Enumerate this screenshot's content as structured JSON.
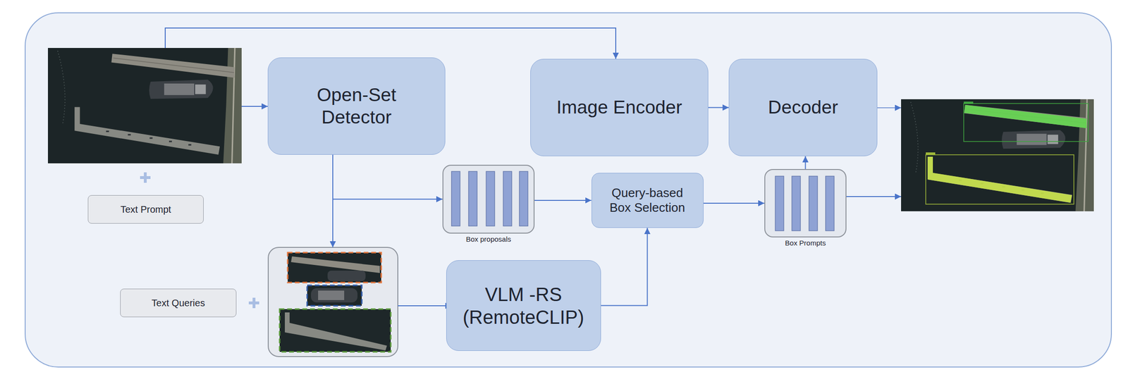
{
  "diagram": {
    "nodes": [
      {
        "text": [
          "Open-Set Detector"
        ]
      },
      {
        "text": [
          "Image Encoder"
        ]
      },
      {
        "text": [
          "Decoder"
        ]
      },
      {
        "text": [
          "Text Prompt"
        ]
      },
      {
        "text": [
          "Box proposals"
        ]
      },
      {
        "text": [
          "Query-based Box Selection"
        ]
      },
      {
        "text": [
          "Box Prompts"
        ]
      },
      {
        "text": [
          "Text Queries"
        ]
      },
      {
        "text": [
          "VLM -RS (RemoteCLIP)"
        ]
      }
    ],
    "edges": [
      {
        "from": 0,
        "to": 4,
        "arrow": "to"
      },
      {
        "from": 4,
        "to": 5,
        "arrow": "to"
      },
      {
        "from": 8,
        "to": 5,
        "arrow": "to"
      },
      {
        "from": 5,
        "to": 6,
        "arrow": "to"
      },
      {
        "from": 6,
        "to": 2,
        "arrow": "to"
      },
      {
        "from": 1,
        "to": 2,
        "arrow": "to"
      }
    ]
  }
}
